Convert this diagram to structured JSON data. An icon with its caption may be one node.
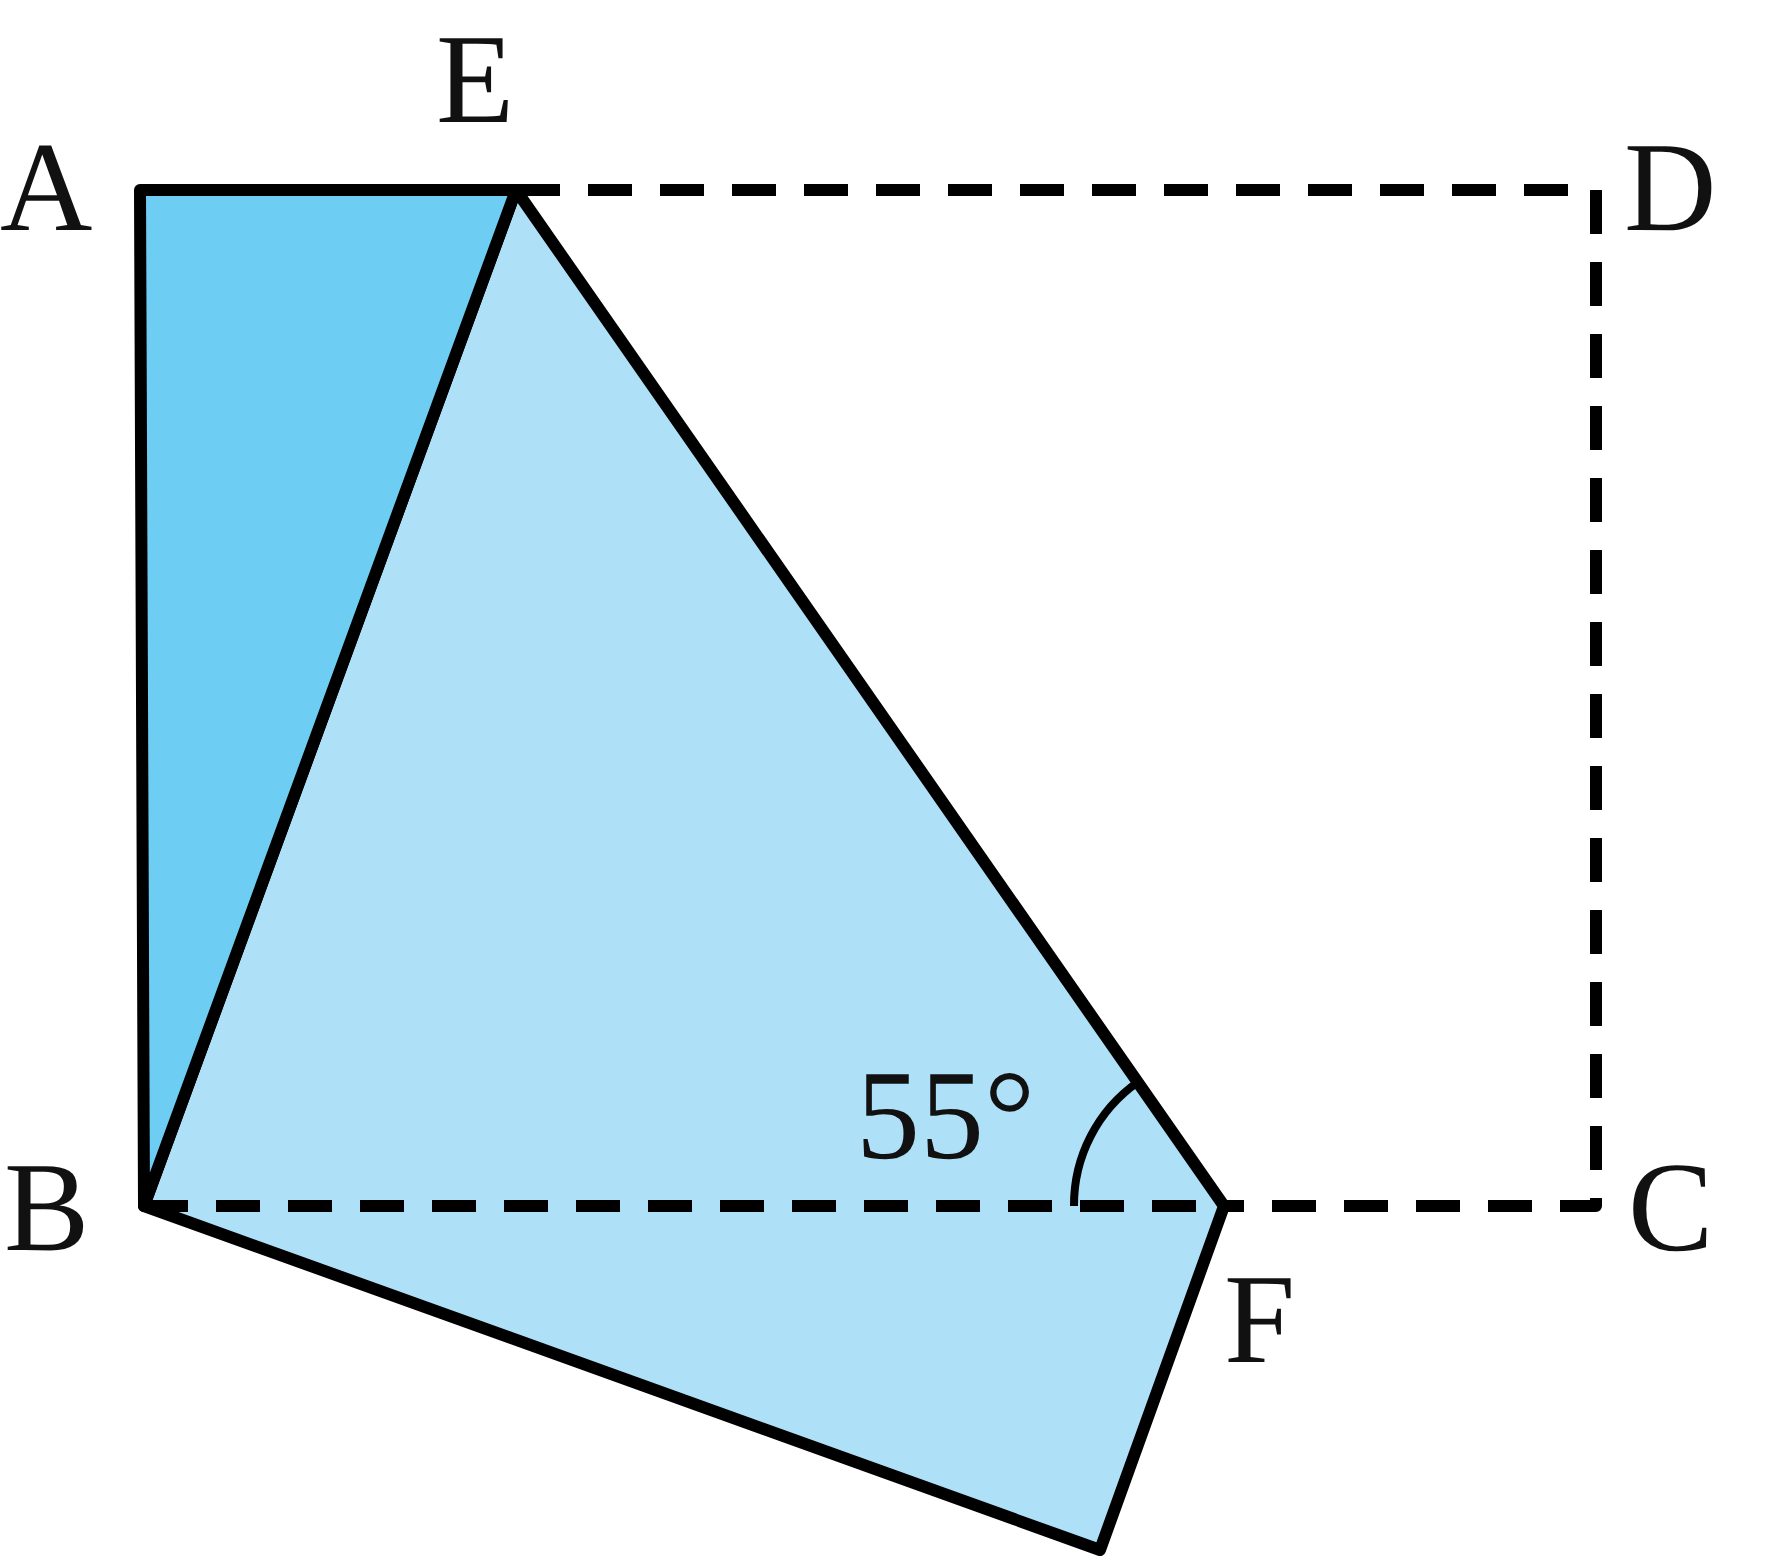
{
  "diagram": {
    "labels": [
      "A",
      "E",
      "D",
      "55°",
      "B",
      "C",
      "F"
    ]
  }
}
